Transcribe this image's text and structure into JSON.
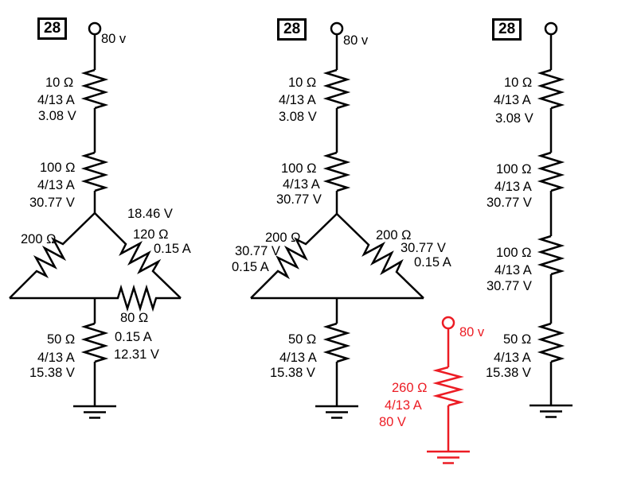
{
  "colors": {
    "ink": "#000000",
    "highlight_red": "#ec1c24"
  },
  "circuits": {
    "left": {
      "badge": "28",
      "source": "80 v",
      "r10": {
        "ohms": "10 Ω",
        "current": "4/13 A",
        "voltage": "3.08 V"
      },
      "r100": {
        "ohms": "100 Ω",
        "current": "4/13 A",
        "voltage": "30.77 V"
      },
      "delta_left": {
        "ohms": "200 Ω"
      },
      "delta_right": {
        "voltage": "18.46 V",
        "ohms": "120 Ω",
        "current": "0.15 A"
      },
      "delta_bottom": {
        "ohms": "80 Ω",
        "current": "0.15 A",
        "voltage": "12.31 V"
      },
      "r50": {
        "ohms": "50 Ω",
        "current": "4/13 A",
        "voltage": "15.38 V"
      }
    },
    "middle": {
      "badge": "28",
      "source": "80 v",
      "r10": {
        "ohms": "10 Ω",
        "current": "4/13 A",
        "voltage": "3.08 V"
      },
      "r100": {
        "ohms": "100 Ω",
        "current": "4/13 A",
        "voltage": "30.77 V"
      },
      "delta_left": {
        "ohms": "200 Ω",
        "voltage": "30.77 V",
        "current": "0.15 A"
      },
      "delta_right": {
        "ohms": "200 Ω",
        "voltage": "30.77 V",
        "current": "0.15 A"
      },
      "r50": {
        "ohms": "50 Ω",
        "current": "4/13 A",
        "voltage": "15.38 V"
      }
    },
    "right": {
      "badge": "28",
      "r10": {
        "ohms": "10 Ω",
        "current": "4/13 A",
        "voltage": "3.08 V"
      },
      "r100a": {
        "ohms": "100 Ω",
        "current": "4/13 A",
        "voltage": "30.77 V"
      },
      "r100b": {
        "ohms": "100 Ω",
        "current": "4/13 A",
        "voltage": "30.77 V"
      },
      "r50": {
        "ohms": "50 Ω",
        "current": "4/13 A",
        "voltage": "15.38 V"
      }
    },
    "equivalent": {
      "source": "80 v",
      "r260": {
        "ohms": "260 Ω",
        "current": "4/13 A",
        "voltage": "80 V"
      }
    }
  }
}
